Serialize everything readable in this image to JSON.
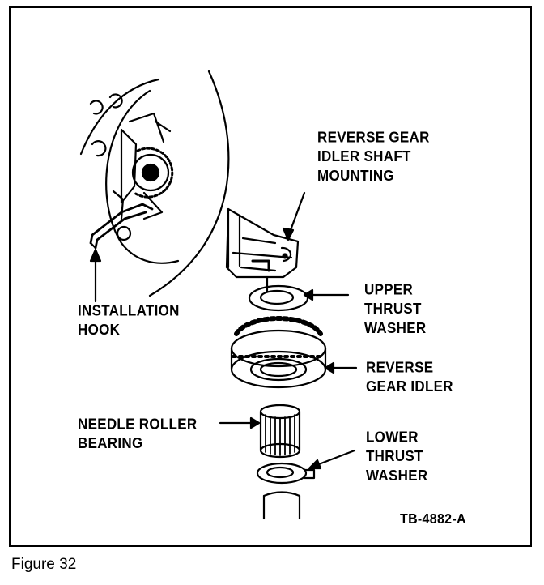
{
  "figure": {
    "caption": "Figure 32",
    "code": "TB-4882-A"
  },
  "labels": {
    "installation_hook": "INSTALLATION\nHOOK",
    "idler_shaft_mounting": "REVERSE GEAR\nIDLER SHAFT\nMOUNTING",
    "upper_thrust_washer": "UPPER\nTHRUST\nWASHER",
    "reverse_gear_idler": "REVERSE\nGEAR IDLER",
    "needle_roller_bearing": "NEEDLE ROLLER\nBEARING",
    "lower_thrust_washer": "LOWER\nTHRUST\nWASHER"
  }
}
